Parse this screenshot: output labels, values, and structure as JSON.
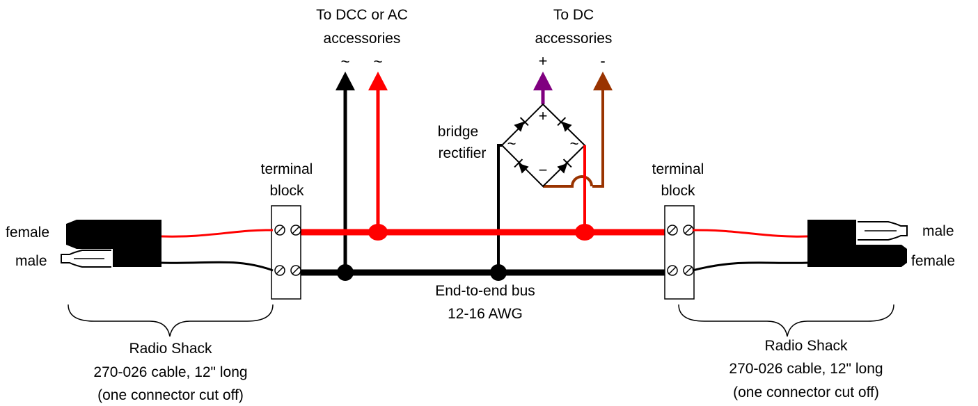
{
  "colors": {
    "red": "#ff0000",
    "black": "#000000",
    "purple": "#800080",
    "brown": "#993300",
    "background": "#ffffff"
  },
  "labels": {
    "dcc_ac_line1": "To DCC or AC",
    "dcc_ac_line2": "accessories",
    "dcc_tilde_1": "~",
    "dcc_tilde_2": "~",
    "dc_line1": "To DC",
    "dc_line2": "accessories",
    "dc_plus": "+",
    "dc_minus": "-",
    "bridge_line1": "bridge",
    "bridge_line2": "rectifier",
    "bridge_plus": "+",
    "bridge_minus": "−",
    "bridge_ac_left": "~",
    "bridge_ac_right": "~",
    "terminal_left_line1": "terminal",
    "terminal_left_line2": "block",
    "terminal_right_line1": "terminal",
    "terminal_right_line2": "block",
    "left_female": "female",
    "left_male": "male",
    "right_male": "male",
    "right_female": "female",
    "bus_line1": "End-to-end bus",
    "bus_line2": "12-16 AWG",
    "cable_left_line1": "Radio Shack",
    "cable_left_line2": "270-026 cable, 12\" long",
    "cable_left_line3": "(one connector cut off)",
    "cable_right_line1": "Radio Shack",
    "cable_right_line2": "270-026 cable, 12\" long",
    "cable_right_line3": "(one connector cut off)"
  }
}
